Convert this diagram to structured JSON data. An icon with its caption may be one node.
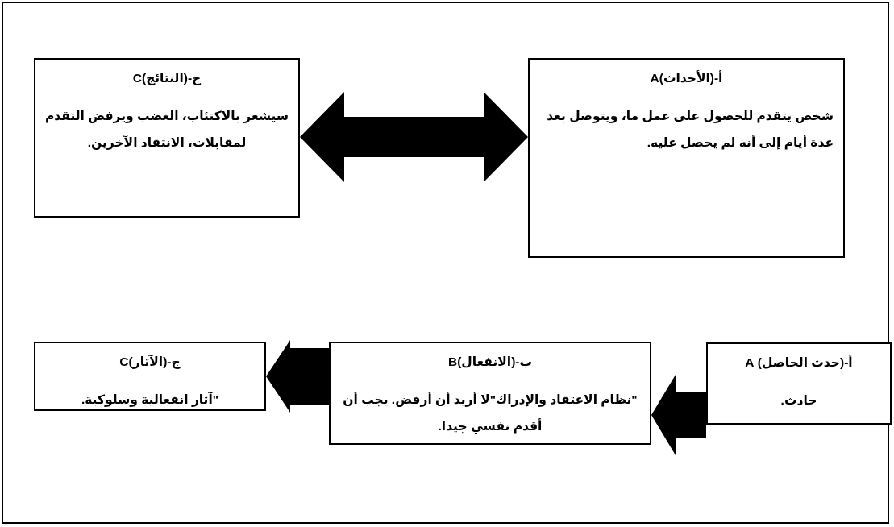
{
  "diagram": {
    "nodes": [
      {
        "text": [
          "أ-(الأحداث)A",
          "شخص يتقدم للحصول على عمل ما، ويتوصل بعد عدة أيام إلى أنه لم يحصل عليه."
        ]
      },
      {
        "text": [
          "ج-(النتائج)C",
          "سيشعر بالاكتئاب، الغضب ويرفض التقدم لمقابلات، الانتقاد الآخرين."
        ]
      },
      {
        "text": [
          "أ-(حدث الحاصل) A",
          "حادث."
        ]
      },
      {
        "text": [
          "ب-(الانفعال)B",
          "\"نظام الاعتقاد والإدراك\"لا أريد أن أرفض. يجب أن أقدم نفسي جيدا."
        ]
      },
      {
        "text": [
          "ج-(الآثار)C",
          "\"آثار انفعالية وسلوكية."
        ]
      }
    ],
    "edges": [
      {
        "from": 0,
        "to": 1,
        "arrow": "both",
        "style": "thick"
      },
      {
        "from": 2,
        "to": 3,
        "arrow": "to",
        "style": "thick"
      },
      {
        "from": 3,
        "to": 4,
        "arrow": "to",
        "style": "thick"
      }
    ]
  }
}
